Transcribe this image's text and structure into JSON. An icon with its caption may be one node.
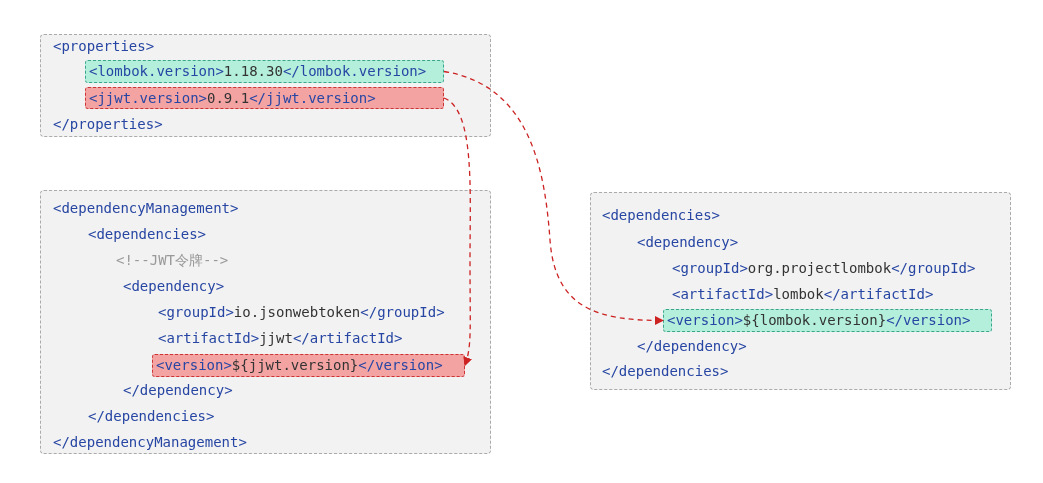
{
  "diagram": {
    "nodes": [
      {
        "text": [
          "<properties>",
          "</properties>"
        ]
      },
      {
        "text": [
          "<lombok.version>1.18.30</lombok.version>"
        ],
        "in": 0
      },
      {
        "text": [
          "<jjwt.version>0.9.1</jjwt.version>"
        ],
        "in": 0
      },
      {
        "text": [
          "<dependencyManagement>",
          "<dependencies>",
          "<!--JWT令牌-->",
          "<dependency>",
          "<groupId>io.jsonwebtoken</groupId>",
          "<artifactId>jjwt</artifactId>",
          "</dependency>",
          "</dependencies>",
          "</dependencyManagement>"
        ]
      },
      {
        "text": [
          "<version>${jjwt.version}</version>"
        ],
        "in": 3
      },
      {
        "text": [
          "<dependencies>",
          "<dependency>",
          "<groupId>org.projectlombok</groupId>",
          "<artifactId>lombok</artifactId>",
          "</dependency>",
          "</dependencies>"
        ]
      },
      {
        "text": [
          "<version>${lombok.version}</version>"
        ],
        "in": 5
      }
    ],
    "edges": [
      {
        "from": 1,
        "to": 6,
        "arrow": "to",
        "style": "dashed"
      },
      {
        "from": 2,
        "to": 4,
        "arrow": "to",
        "style": "dashed"
      }
    ]
  }
}
